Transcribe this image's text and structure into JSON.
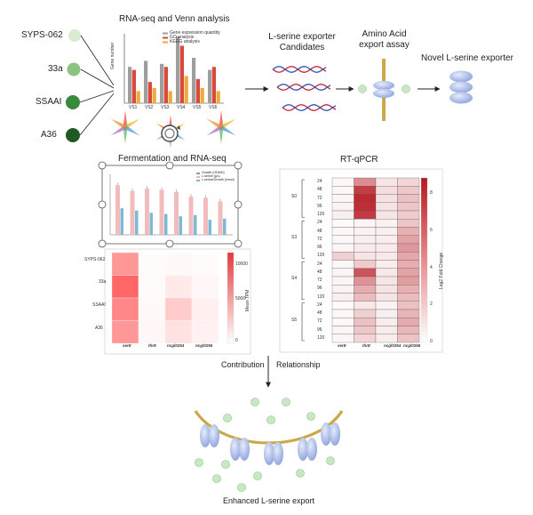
{
  "strains": [
    "SYPS-062",
    "33a",
    "SSAAI",
    "A36"
  ],
  "panels": {
    "rnaseq": "RNA-seq and Venn analysis",
    "exporter_line1": "L-serine exporter",
    "exporter_line2": "Candidates",
    "assay_line1": "Amino Acid",
    "assay_line2": "export assay",
    "novel": "Novel L-serine exporter",
    "fermentation": "Fermentation and RNA-seq",
    "rtqpcr": "RT-qPCR",
    "contribution": "Contribution",
    "relationship": "Relationship",
    "enhanced": "Enhanced L-serine export"
  },
  "bar_chart": {
    "ylabel": "Gene number",
    "legend": [
      "Gene expression quantity",
      "GO analysis",
      "KEGG analysis"
    ],
    "colors": [
      "#9e9e9e",
      "#d94a3d",
      "#f0a93b"
    ],
    "categories": [
      "VS1",
      "VS2",
      "VS3",
      "VS4",
      "VS5",
      "VS6"
    ],
    "series": [
      {
        "name": "Gene expression quantity",
        "values": [
          12,
          14,
          13,
          22,
          15,
          11
        ]
      },
      {
        "name": "GO analysis",
        "values": [
          11,
          7,
          12,
          19,
          8,
          12
        ]
      },
      {
        "name": "KEGG analysis",
        "values": [
          4,
          5,
          4,
          9,
          5,
          4
        ]
      }
    ]
  },
  "small_chart": {
    "legend": [
      "Growth (OD600)",
      "L-serine (g/L)",
      "L-serine/Growth (mmol)"
    ],
    "pink": [
      8.6,
      7.6,
      8.0,
      7.8,
      7.4,
      6.6,
      6.4,
      5.8
    ],
    "blue": [
      4.6,
      4.2,
      3.8,
      3.6,
      3.2,
      3.4,
      2.6,
      2.8
    ]
  },
  "tpm_heatmap": {
    "rows": [
      "SYPS-062",
      "33a",
      "SSAAI",
      "A36"
    ],
    "cols": [
      "serE",
      "thrE",
      "ncgl0254",
      "ncgl0255"
    ],
    "values": [
      [
        5200,
        200,
        300,
        200
      ],
      [
        7600,
        200,
        1100,
        400
      ],
      [
        6000,
        300,
        2600,
        800
      ],
      [
        5200,
        400,
        1500,
        700
      ]
    ],
    "colorbar_label": "Mean TPM",
    "colorbar_ticks": [
      "10000",
      "5000",
      "0"
    ]
  },
  "rtqpcr_heatmap": {
    "groups": [
      "S0",
      "S3",
      "S4",
      "S5"
    ],
    "time_labels": [
      "24",
      "48",
      "72",
      "96",
      "120"
    ],
    "cols": [
      "serE",
      "thrE",
      "ncgl0254",
      "ncgl0255"
    ],
    "values": [
      [
        0.3,
        4.5,
        1.0,
        1.6
      ],
      [
        0.3,
        7.5,
        1.3,
        2.1
      ],
      [
        0.4,
        8.3,
        1.2,
        2.4
      ],
      [
        0.5,
        8.1,
        1.1,
        2.2
      ],
      [
        0.6,
        7.6,
        1.0,
        2.0
      ],
      [
        0.2,
        0.4,
        0.5,
        2.2
      ],
      [
        0.3,
        0.5,
        0.6,
        3.0
      ],
      [
        0.3,
        0.6,
        0.7,
        3.6
      ],
      [
        0.4,
        0.8,
        0.8,
        4.0
      ],
      [
        1.8,
        1.0,
        0.9,
        3.4
      ],
      [
        0.3,
        2.0,
        0.7,
        3.2
      ],
      [
        0.4,
        6.6,
        0.9,
        3.6
      ],
      [
        0.4,
        4.2,
        1.0,
        3.8
      ],
      [
        0.5,
        3.2,
        1.1,
        3.1
      ],
      [
        0.6,
        2.6,
        1.0,
        2.6
      ],
      [
        0.2,
        0.9,
        0.5,
        2.4
      ],
      [
        0.3,
        1.8,
        0.6,
        2.9
      ],
      [
        0.3,
        2.4,
        0.7,
        3.3
      ],
      [
        0.4,
        2.2,
        0.8,
        2.8
      ],
      [
        0.4,
        1.6,
        0.7,
        2.3
      ]
    ],
    "colorbar_label": "Log2 Fold Change",
    "colorbar_ticks": [
      "8",
      "6",
      "4",
      "2",
      "0"
    ]
  },
  "colors": {
    "green_light": "#d9ecd2",
    "green_mid": "#8cc381",
    "green_dark": "#3a8a3c",
    "green_darkest": "#1e5a22",
    "membrane": "#bfa45a",
    "protein": "#9fb2e6",
    "dot": "#c7e8c3",
    "heat_high": "#b8161f"
  }
}
